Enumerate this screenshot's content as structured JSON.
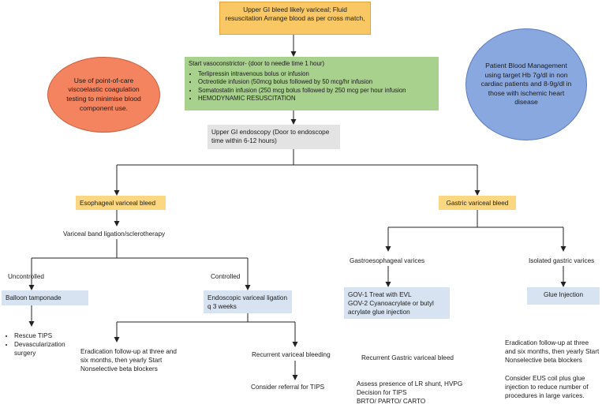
{
  "colors": {
    "start": "#f9c865",
    "branch": "#fcd782",
    "vaso": "#a9d18e",
    "endoscopy": "#e3e3e3",
    "procedure": "#d7e3f1",
    "pbm_ellipse": "#8aa8e0",
    "poc_ellipse": "#f4845f",
    "line": "#222222"
  },
  "start_box": "Upper GI bleed likely variceal;  Fluid resuscitation Arrange blood as per cross match,",
  "vasoconstrictor": {
    "title": "Start vasoconstrictor-  (door to needle time 1 hour)",
    "items": [
      "Terlipressin intravenous bolus or infusion",
      "Octreotide infusion (50mcg bolus followed by 50 mcg/hr infusion",
      "Somatostatin infusion (250 mcg bolus followed by 250 mcg per hour infusion",
      "HEMODYNAMIC RESUSCITATION"
    ]
  },
  "point_of_care": "Use of point-of-care viscoelastic coagulation testing to minimise blood component use.",
  "blood_management": "Patient Blood Management using target Hb 7g/dl in non cardiac patients and 8-9g/dl in those with ischemic heart disease",
  "endoscopy": "Upper GI endoscopy (Door to endoscope time within 6-12 hours)",
  "esophageal": {
    "title": "Esophageal variceal bleed",
    "band_ligation": "Variceal band ligation/sclerotherapy",
    "uncontrolled": "Uncontrolled",
    "controlled": "Controlled",
    "balloon": "Balloon tamponade",
    "balloon_items": [
      "Rescue TIPS",
      "Devascularization surgery"
    ],
    "evl_q3": "Endoscopic variceal ligation q 3 weeks",
    "eradication": "Eradication follow-up at three and six months, then yearly Start Nonselective beta blockers",
    "recurrent": "Recurrent variceal bleeding",
    "referral": "Consider referral for TIPS"
  },
  "gastric": {
    "title": "Gastric variceal bleed",
    "gastroesophageal": "Gastroesophageal varices",
    "isolated": "Isolated gastric varices",
    "gov1": "GOV-1 Treat with EVL",
    "gov2": "GOV-2 Cyanoacrylate or butyl acrylate glue injection",
    "glue": "Glue Injection",
    "recurrent": "Recurrent Gastric variceal bleed",
    "assess": "Assess presence of LR shunt, HVPG",
    "decision": "Decision for TIPS",
    "brto": "BRTO/ PARTO/ CARTO",
    "eradication": "Eradication follow-up at three and six months, then yearly Start Nonselective beta blockers",
    "eus": "Consider EUS coil plus glue injection to reduce number of procedures in large varices."
  }
}
